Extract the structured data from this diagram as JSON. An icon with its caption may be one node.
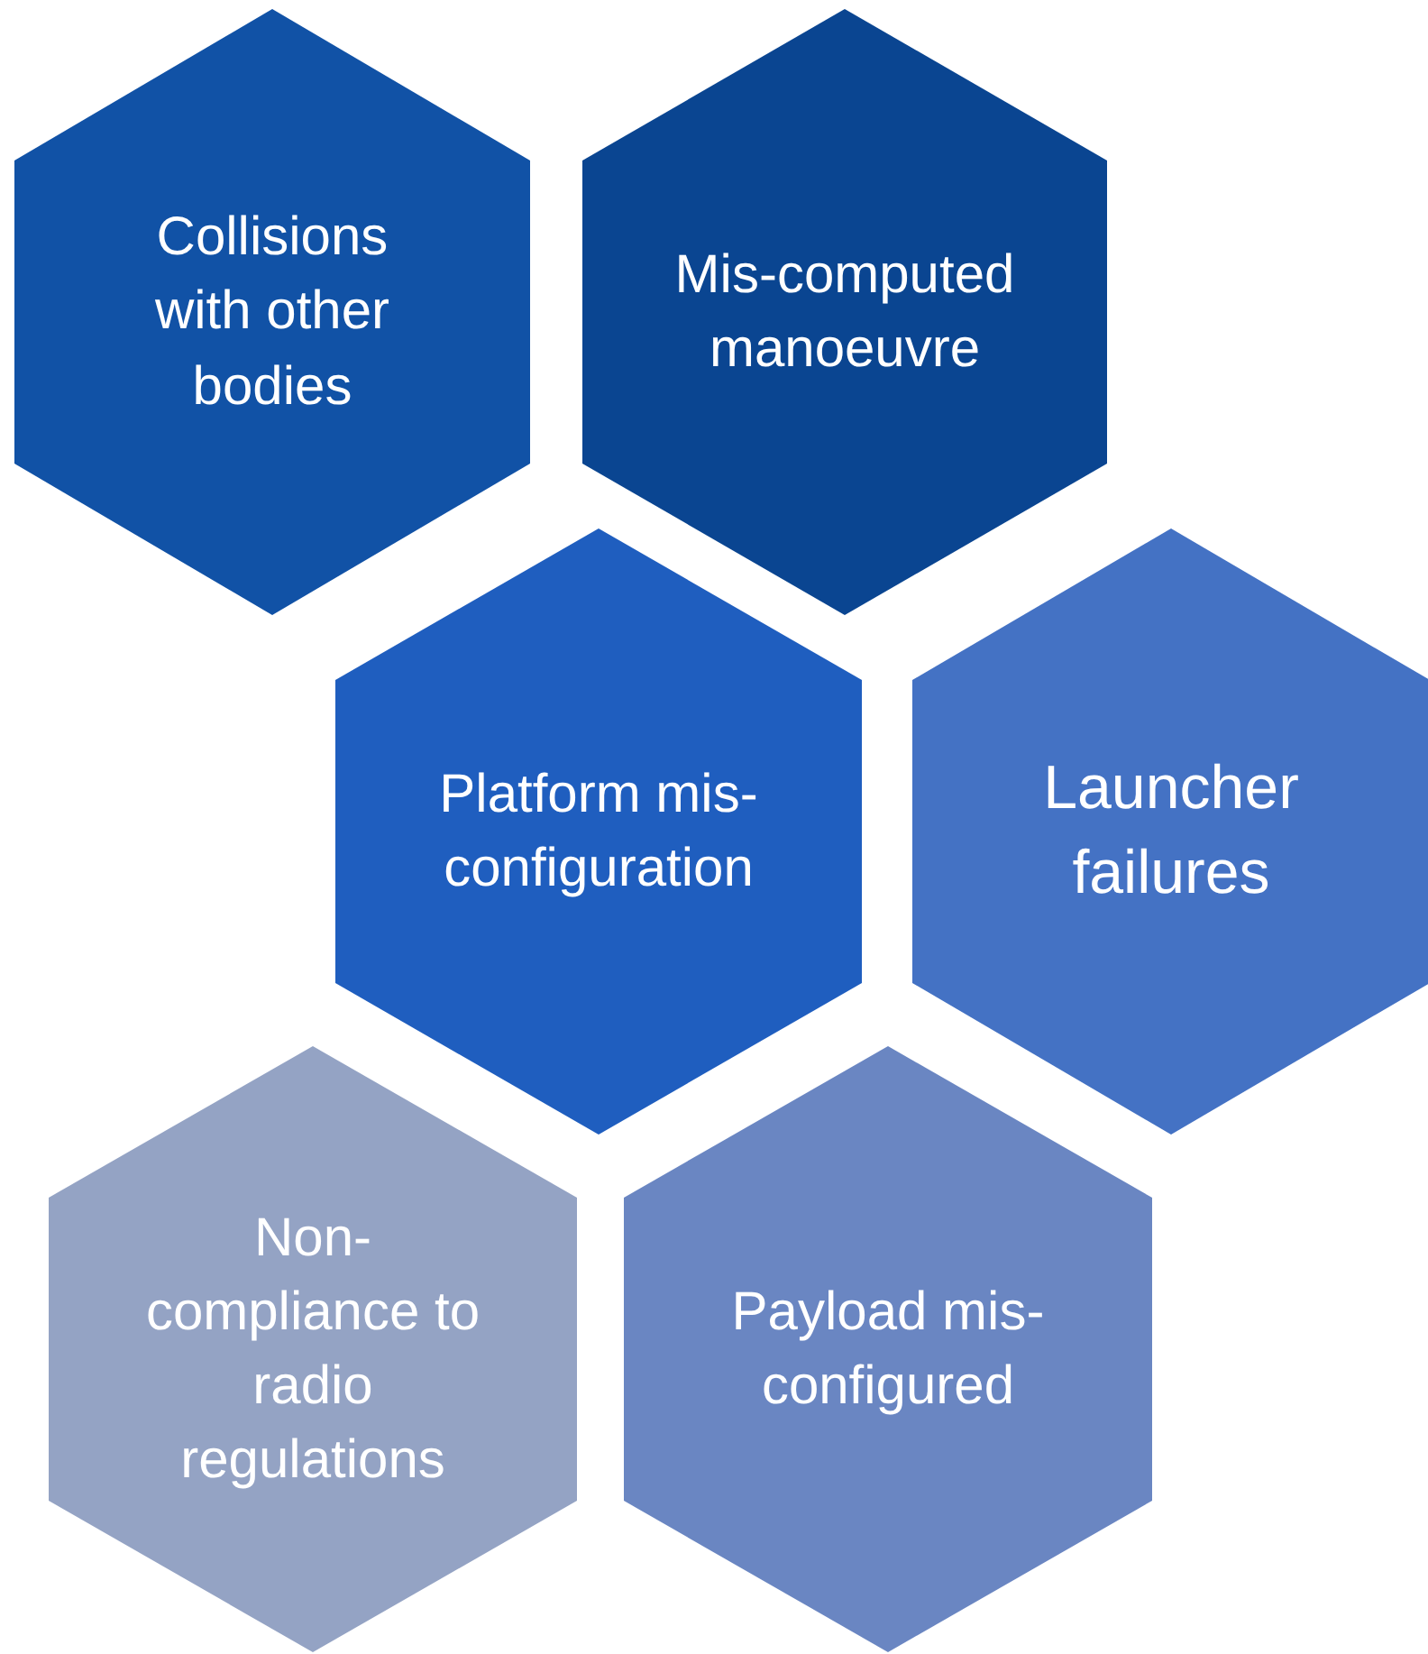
{
  "diagram": {
    "nodes": [
      {
        "text": [
          "Collisions with other bodies"
        ]
      },
      {
        "text": [
          "Mis-computed manoeuvre"
        ]
      },
      {
        "text": [
          "Platform mis-configuration"
        ]
      },
      {
        "text": [
          "Launcher failures"
        ]
      },
      {
        "text": [
          "Non-compliance to radio regulations"
        ]
      },
      {
        "text": [
          "Payload mis-configured"
        ]
      }
    ]
  }
}
